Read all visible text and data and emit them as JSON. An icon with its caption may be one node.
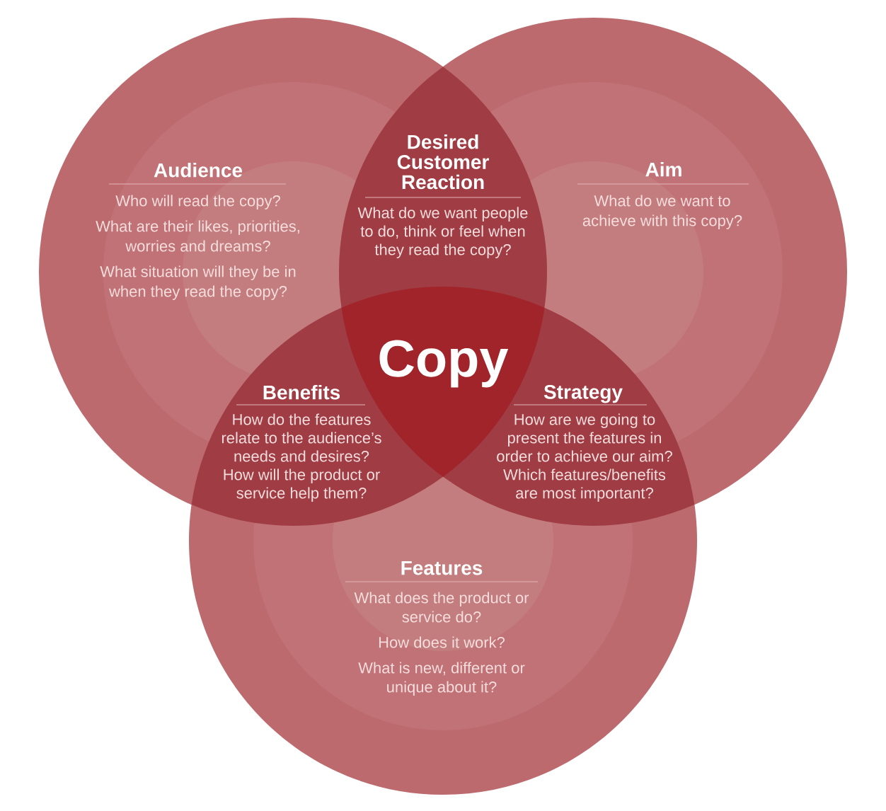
{
  "diagram": {
    "nodes": [
      {
        "text": [
          "Audience",
          "Who will read the copy?",
          "What are their likes, priorities, worries and dreams?",
          "What situation will they be in when they read the copy?"
        ]
      },
      {
        "text": [
          "Desired Customer Reaction",
          "What do we want people to do, think or feel when they read the copy?"
        ]
      },
      {
        "text": [
          "Aim",
          "What do we want to achieve with this copy?"
        ]
      },
      {
        "text": [
          "Copy"
        ]
      },
      {
        "text": [
          "Benefits",
          "How do the features relate to the audience’s needs and desires?",
          "How will the product or service help them?"
        ]
      },
      {
        "text": [
          "Strategy",
          "How are we going to present the features in order to achieve our aim?",
          "Which features/benefits are most important?"
        ]
      },
      {
        "text": [
          "Features",
          "What does the product or service do?",
          "How does it work?",
          "What is new, different or unique about it?"
        ]
      }
    ]
  }
}
